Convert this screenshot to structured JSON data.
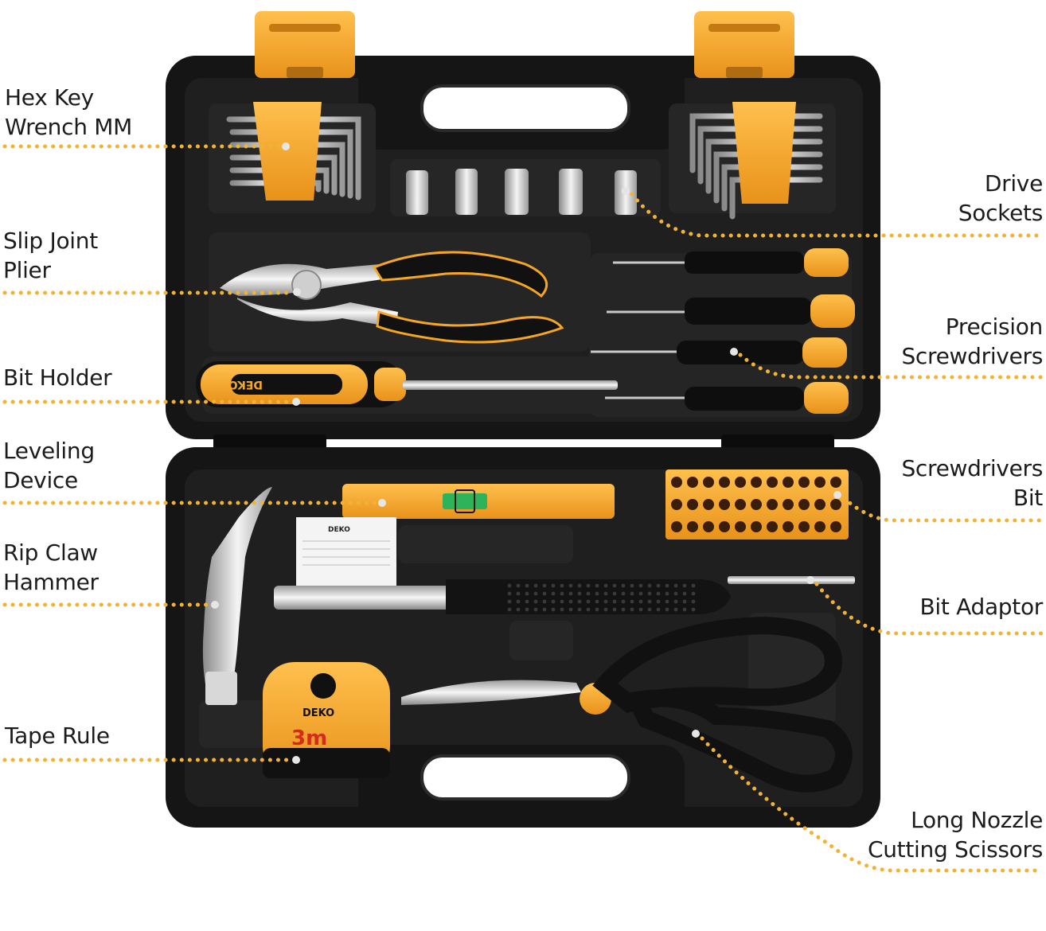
{
  "colors": {
    "case_black": "#151515",
    "case_inner": "#1e1e1e",
    "accent_orange": "#f5a623",
    "leader_dots": "#f2b233",
    "chrome": "#d9d9d9"
  },
  "callouts": {
    "hex_key": [
      "Hex Key",
      "Wrench MM"
    ],
    "slip_joint_plier": [
      "Slip Joint",
      "Plier"
    ],
    "bit_holder": [
      "Bit Holder"
    ],
    "leveling_device": [
      "Leveling",
      "Device"
    ],
    "rip_claw_hammer": [
      "Rip Claw",
      "Hammer"
    ],
    "tape_rule": [
      "Tape Rule"
    ],
    "drive_sockets": [
      "Drive",
      "Sockets"
    ],
    "precision_screwdrivers": [
      "Precision",
      "Screwdrivers"
    ],
    "screwdrivers_bit": [
      "Screwdrivers",
      "Bit"
    ],
    "bit_adaptor": [
      "Bit Adaptor"
    ],
    "long_nozzle_scissors": [
      "Long Nozzle",
      "Cutting Scissors"
    ]
  },
  "product": {
    "brand": "DEKO",
    "tape_length": "3m"
  }
}
